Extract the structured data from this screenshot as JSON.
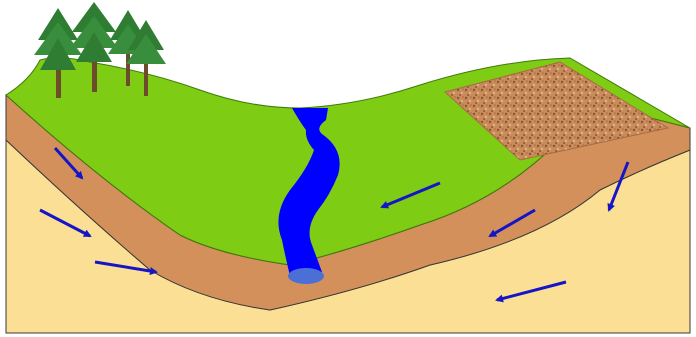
{
  "diagram": {
    "colors": {
      "background": "#ffffff",
      "subsoil": "#fbdf95",
      "soil_layer": "#d4905a",
      "ground_surface": "#7fcc14",
      "ground_outline": "#3f7a0a",
      "river": "#0000ff",
      "river_pool": "#4a6fd6",
      "bare_soil_patch": "#c98b5a",
      "flow_arrow": "#1515c8",
      "tree_foliage": "#2e7d32",
      "tree_trunk": "#6d4c2c",
      "frame": "#333333"
    },
    "elements": {
      "trees": "tree-cluster",
      "river": "river-channel",
      "patch": "bare-soil-patch",
      "arrows": "groundwater-flow-arrow"
    }
  }
}
